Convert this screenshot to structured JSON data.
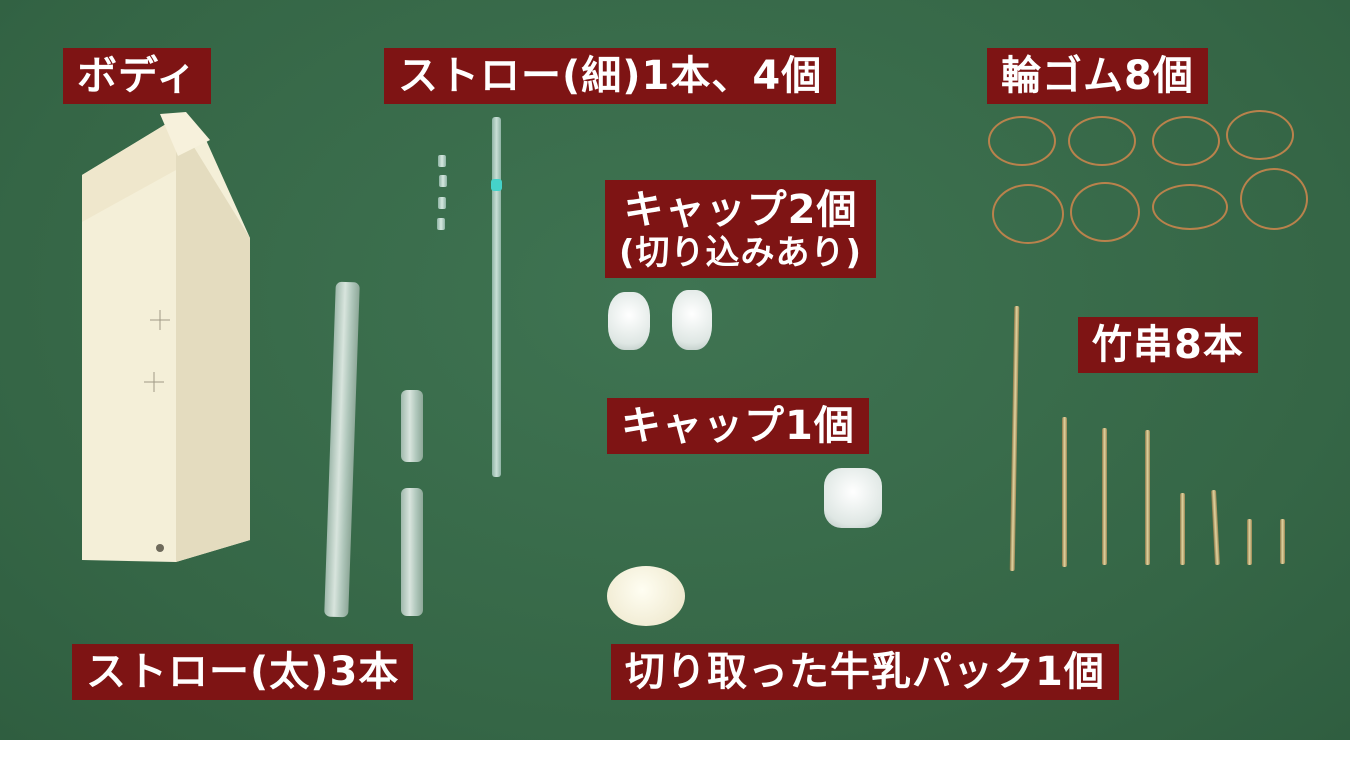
{
  "labels": {
    "body": "ボディ",
    "thin_straw": "ストロー(細)1本、4個",
    "rubber_bands": "輪ゴム8個",
    "caps_notched_title": "キャップ2個",
    "caps_notched_note": "(切り込みあり)",
    "cap_single": "キャップ1個",
    "skewers": "竹串8本",
    "thick_straws": "ストロー(太)3本",
    "milk_piece": "切り取った牛乳パック1個"
  },
  "colors": {
    "background": "#386a4a",
    "label_bg": "#7e1414",
    "label_text": "#ffffff"
  }
}
